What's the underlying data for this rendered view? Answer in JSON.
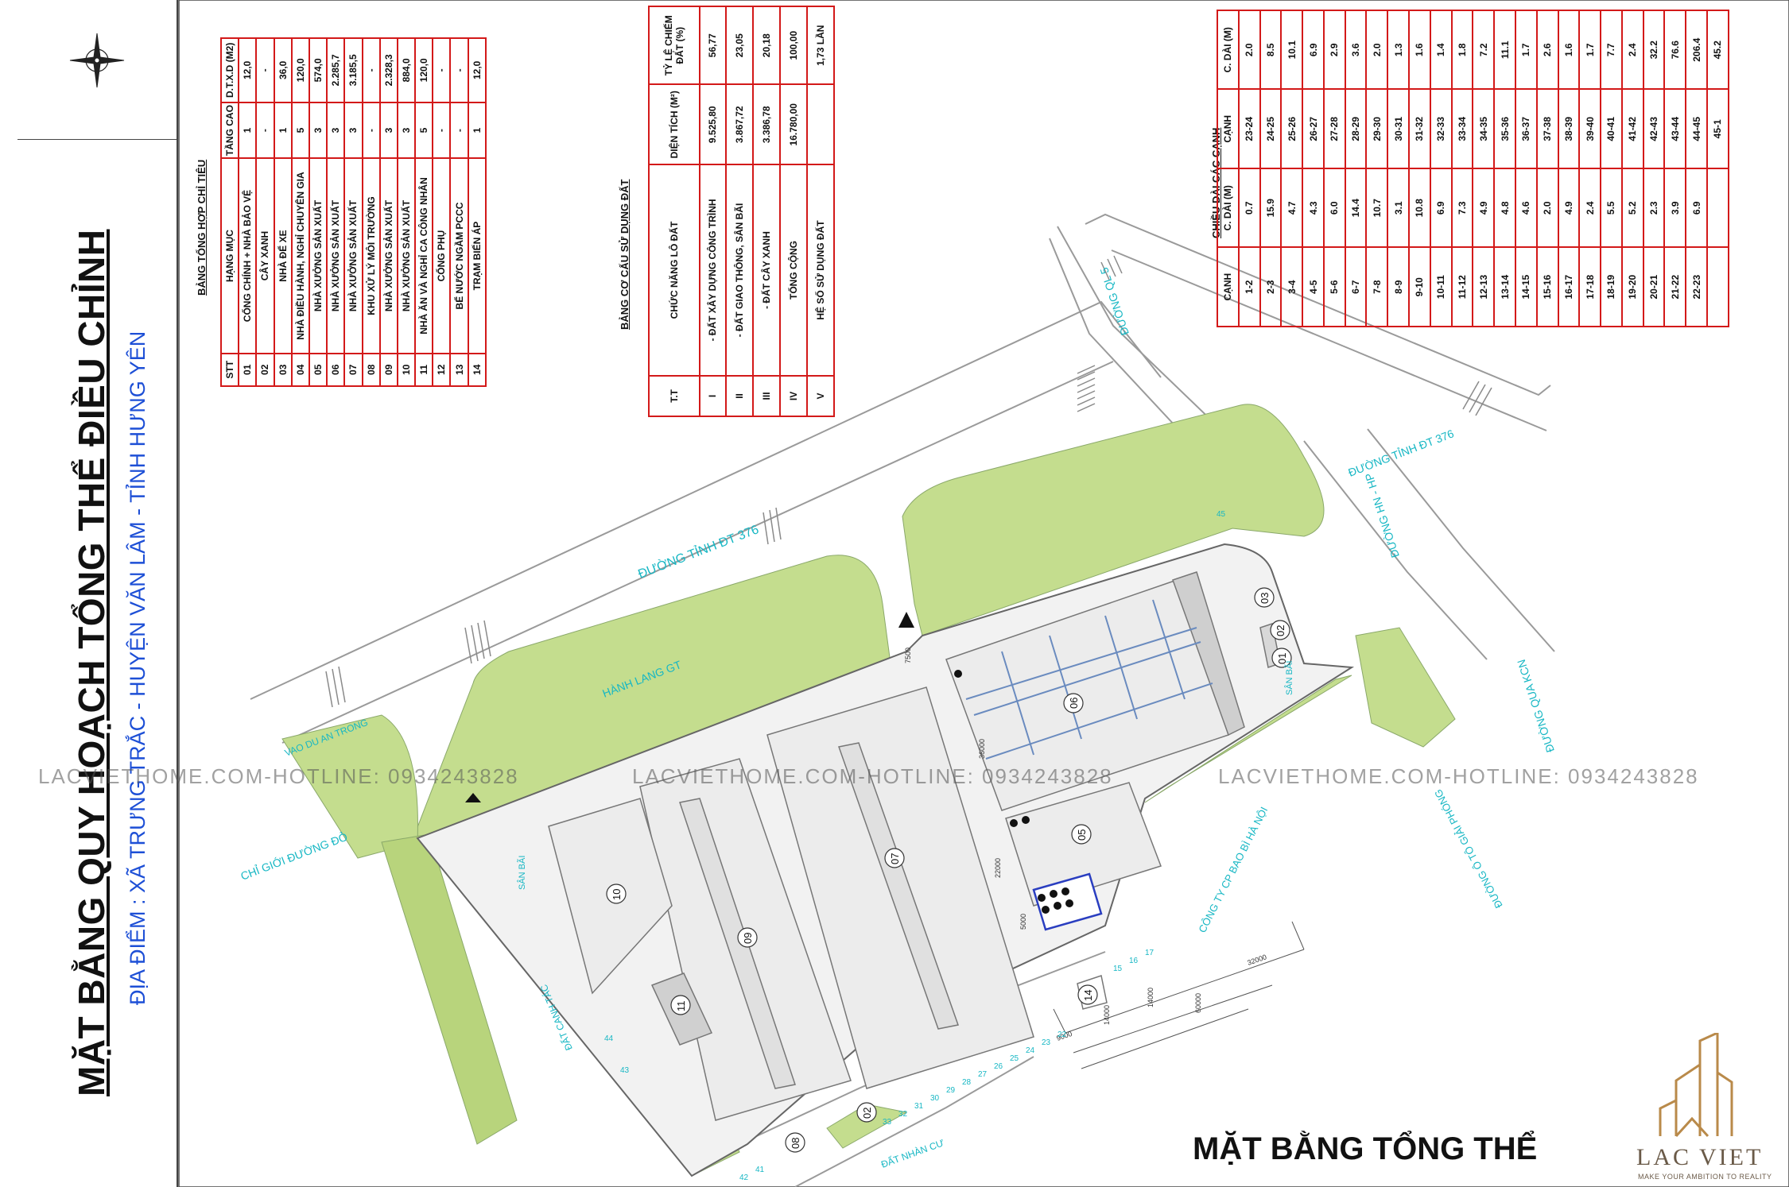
{
  "title": {
    "main": "MẶT BẰNG QUY HOẠCH TỔNG THỂ ĐIỀU CHỈNH",
    "location": "ĐỊA ĐIỂM : XÃ TRƯNG TRẮC - HUYỆN VĂN LÂM - TỈNH HƯNG YÊN"
  },
  "footer_title": "MẶT BẰNG TỔNG THỂ",
  "watermark": "LACVIETHOME.COM-HOTLINE: 0934243828",
  "brand": {
    "name": "LAC VIET",
    "tagline": "MAKE YOUR AMBITION TO REALITY"
  },
  "colors": {
    "green_area": "#c4dd8e",
    "table_border": "#d31919",
    "road_label": "#17b7c4",
    "location_text": "#1d4fd6",
    "building_fill": "#e8e8e8"
  },
  "table_indicators": {
    "caption": "BẢNG TỔNG HỢP CHỈ TIÊU",
    "headers": [
      "STT",
      "HẠNG MỤC",
      "TẦNG CAO",
      "D.T.X.D (M2)"
    ],
    "rows": [
      [
        "01",
        "CỔNG CHÍNH + NHÀ BẢO VỆ",
        "1",
        "12,0"
      ],
      [
        "02",
        "CÂY XANH",
        "-",
        "-"
      ],
      [
        "03",
        "NHÀ ĐỂ XE",
        "1",
        "36,0"
      ],
      [
        "04",
        "NHÀ ĐIỀU HÀNH, NGHỈ CHUYÊN GIA",
        "5",
        "120,0"
      ],
      [
        "05",
        "NHÀ XƯỞNG SẢN XUẤT",
        "3",
        "574,0"
      ],
      [
        "06",
        "NHÀ XƯỞNG SẢN XUẤT",
        "3",
        "2.285,7"
      ],
      [
        "07",
        "NHÀ XƯỞNG SẢN XUẤT",
        "3",
        "3.185,5"
      ],
      [
        "08",
        "KHU XỬ LÝ MÔI TRƯỜNG",
        "-",
        "-"
      ],
      [
        "09",
        "NHÀ XƯỞNG SẢN XUẤT",
        "3",
        "2.328,3"
      ],
      [
        "10",
        "NHÀ XƯỞNG SẢN XUẤT",
        "3",
        "884,0"
      ],
      [
        "11",
        "NHÀ ĂN VÀ NGHỈ CA CÔNG NHÂN",
        "5",
        "120,0"
      ],
      [
        "12",
        "CỔNG PHỤ",
        "-",
        "-"
      ],
      [
        "13",
        "BỂ NƯỚC NGẦM PCCC",
        "-",
        "-"
      ],
      [
        "14",
        "TRẠM BIẾN ÁP",
        "1",
        "12,0"
      ]
    ]
  },
  "table_landuse": {
    "caption": "BẢNG CƠ CẤU SỬ DỤNG ĐẤT",
    "headers": [
      "T.T",
      "CHỨC NĂNG LÔ ĐẤT",
      "DIỆN TÍCH (M²)",
      "TỶ LỆ CHIẾM ĐẤT (%)"
    ],
    "rows": [
      [
        "I",
        "- ĐẤT XÂY DỰNG CÔNG TRÌNH",
        "9.525,80",
        "56,77"
      ],
      [
        "II",
        "- ĐẤT GIAO THÔNG, SÂN BÃI",
        "3.867,72",
        "23,05"
      ],
      [
        "III",
        "- ĐẤT CÂY XANH",
        "3.386,78",
        "20,18"
      ],
      [
        "IV",
        "TỔNG CỘNG",
        "16.780,00",
        "100,00"
      ],
      [
        "V",
        "HỆ SỐ SỬ DỤNG ĐẤT",
        "",
        "1,73 LẦN"
      ]
    ]
  },
  "table_edges": {
    "caption": "CHIỀU DÀI CÁC CẠNH",
    "headers": [
      "CẠNH",
      "C. DÀI (M)",
      "CẠNH",
      "C. DÀI (M)"
    ],
    "left": [
      [
        "1-2",
        "0.7"
      ],
      [
        "2-3",
        "15.9"
      ],
      [
        "3-4",
        "4.7"
      ],
      [
        "4-5",
        "4.3"
      ],
      [
        "5-6",
        "6.0"
      ],
      [
        "6-7",
        "14.4"
      ],
      [
        "7-8",
        "10.7"
      ],
      [
        "8-9",
        "3.1"
      ],
      [
        "9-10",
        "10.8"
      ],
      [
        "10-11",
        "6.9"
      ],
      [
        "11-12",
        "7.3"
      ],
      [
        "12-13",
        "4.9"
      ],
      [
        "13-14",
        "4.8"
      ],
      [
        "14-15",
        "4.6"
      ],
      [
        "15-16",
        "2.0"
      ],
      [
        "16-17",
        "4.9"
      ],
      [
        "17-18",
        "2.4"
      ],
      [
        "18-19",
        "5.5"
      ],
      [
        "19-20",
        "5.2"
      ],
      [
        "20-21",
        "2.3"
      ],
      [
        "21-22",
        "3.9"
      ],
      [
        "22-23",
        "6.9"
      ]
    ],
    "right": [
      [
        "23-24",
        "2.0"
      ],
      [
        "24-25",
        "8.5"
      ],
      [
        "25-26",
        "10.1"
      ],
      [
        "26-27",
        "6.9"
      ],
      [
        "27-28",
        "2.9"
      ],
      [
        "28-29",
        "3.6"
      ],
      [
        "29-30",
        "2.0"
      ],
      [
        "30-31",
        "1.3"
      ],
      [
        "31-32",
        "1.6"
      ],
      [
        "32-33",
        "1.4"
      ],
      [
        "33-34",
        "1.8"
      ],
      [
        "34-35",
        "7.2"
      ],
      [
        "35-36",
        "11.1"
      ],
      [
        "36-37",
        "1.7"
      ],
      [
        "37-38",
        "2.6"
      ],
      [
        "38-39",
        "1.6"
      ],
      [
        "39-40",
        "1.7"
      ],
      [
        "40-41",
        "7.7"
      ],
      [
        "41-42",
        "2.4"
      ],
      [
        "42-43",
        "32.2"
      ],
      [
        "43-44",
        "76.6"
      ],
      [
        "44-45",
        "206.4"
      ],
      [
        "45-1",
        "45.2"
      ]
    ]
  },
  "plan_labels": {
    "road_main": "ĐƯỜNG TỈNH ĐT 376",
    "road_main_2": "ĐƯỜNG TỈNH ĐT 376",
    "road_ql5": "ĐƯỜNG QL 5",
    "road_hn_hp": "ĐƯỜNG HN - HP",
    "road_dq_right": "ĐƯỜNG QUA KCN",
    "road_ob_gd": "ĐƯỜNG Ô TÔ GIẢI PHÓNG",
    "corridor": "HÀNH LANG GT",
    "safety": "VAO DU AN TRONG",
    "red_line": "CHỈ GIỚI ĐƯỜNG ĐỎ",
    "neighbor": "CÔNG TY CP BAO BÌ HÀ NỘI",
    "farmland": "ĐẤT NHÀN CƯ",
    "ditch": "ĐẤT CANH TÁC",
    "yard": "SÂN BÃI",
    "yard_2": "SÂN BÃI"
  },
  "buildings": [
    "01",
    "02",
    "03",
    "05",
    "06",
    "07",
    "08",
    "09",
    "10",
    "11",
    "14",
    "02"
  ],
  "dims": [
    "32000",
    "14000",
    "14000",
    "60000",
    "9000",
    "7500",
    "36000",
    "22000",
    "5000"
  ]
}
